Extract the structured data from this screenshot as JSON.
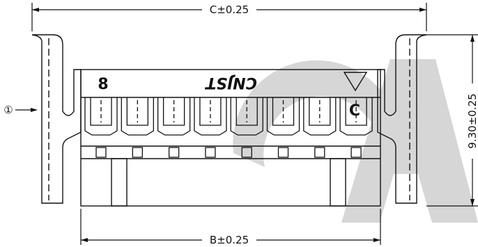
{
  "dimensions": {
    "top": "C±0.25",
    "bottom": "B±0.25",
    "right": "9.30±0.25"
  },
  "callout": "①",
  "markings": {
    "pin_count": "8",
    "brand": "CNJST",
    "pin_one": "C"
  },
  "pin_count": 8,
  "colors": {
    "line": "#111111",
    "watermark": "#c8c8c8"
  }
}
